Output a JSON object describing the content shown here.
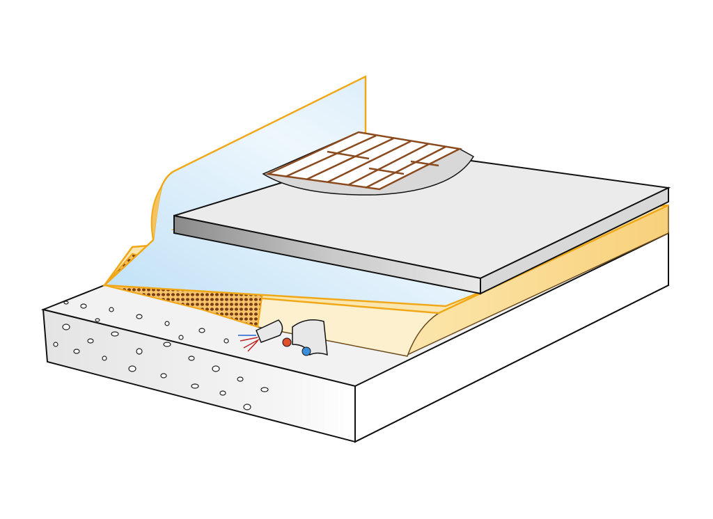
{
  "colors": {
    "background": "#ffffff",
    "concrete": "#eeeeee",
    "outline": "#111111",
    "screed": "#fbe3a8",
    "screed_edge": "#f0a818",
    "board_top": "#ececec",
    "board_edge": "#a8a8a8",
    "film": "#d8ecf8",
    "parquet": "#8b4a1e",
    "granules": "#7a3e16",
    "pipe_hot": "#e0502a",
    "pipe_cold": "#3a8fd8"
  },
  "icons": [
    "concrete-slab",
    "heating-pipes",
    "electric-cable",
    "insulation-granules",
    "screed-layer",
    "edge-film",
    "floor-board",
    "parquet-cutout"
  ]
}
